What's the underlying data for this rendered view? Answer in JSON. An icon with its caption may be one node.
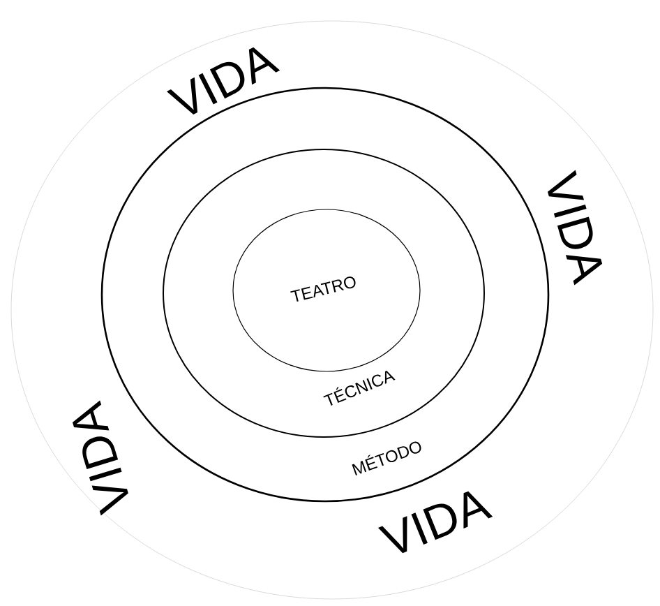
{
  "diagram": {
    "nodes": [
      {
        "text": [
          "VIDA",
          "VIDA",
          "VIDA",
          "VIDA"
        ]
      },
      {
        "text": [
          "MÉTODO"
        ],
        "in": 0
      },
      {
        "text": [
          "TÉCNICA"
        ],
        "in": 1
      },
      {
        "text": [
          "TEATRO"
        ],
        "in": 2
      }
    ]
  }
}
